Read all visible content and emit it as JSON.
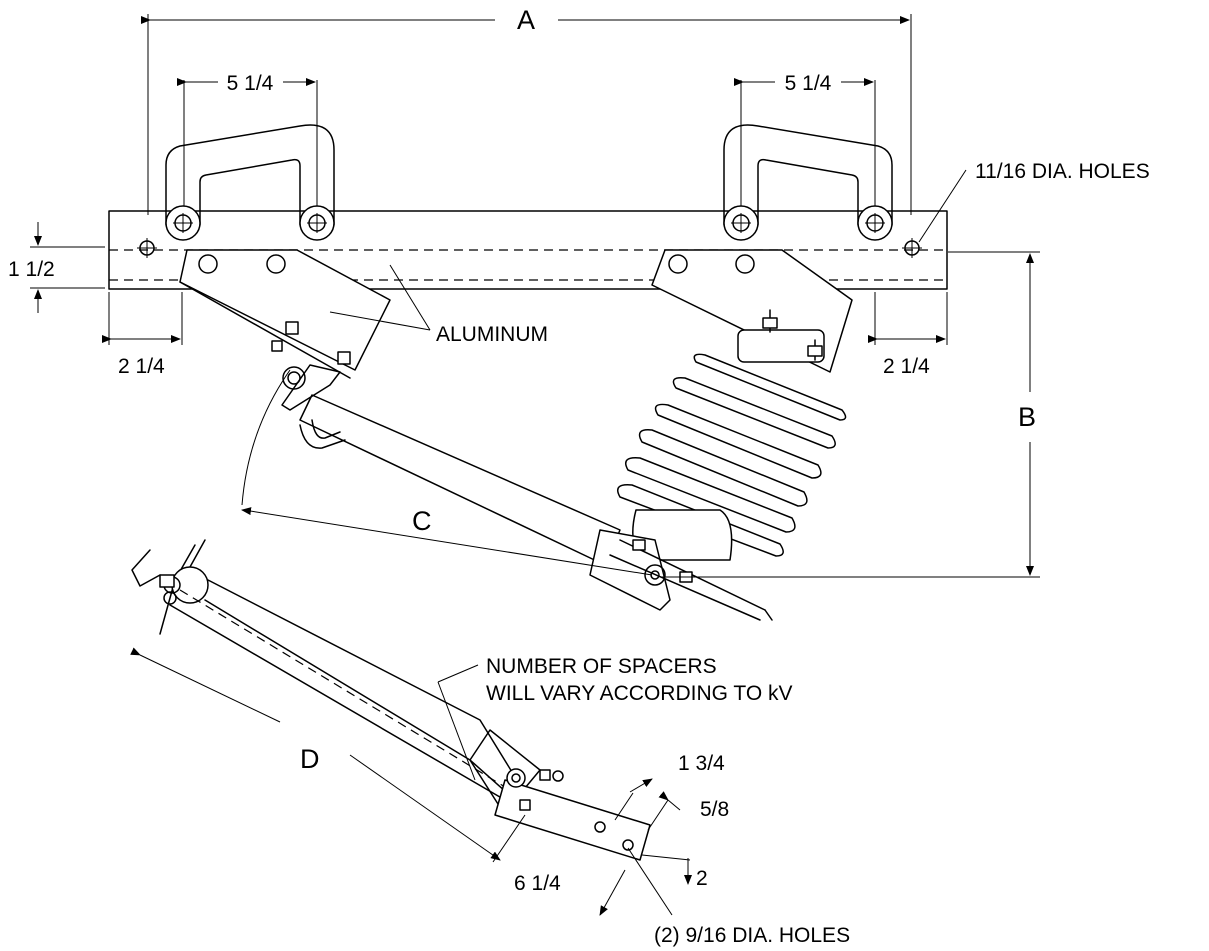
{
  "labels": {
    "dim_a": "A",
    "dim_b": "B",
    "dim_c": "C",
    "dim_d": "D",
    "handle_spacing_left": "5 1/4",
    "handle_spacing_right": "5 1/4",
    "bar_holes": "11/16 DIA. HOLES",
    "bar_height": "1 1/2",
    "end_offset_left": "2 1/4",
    "end_offset_right": "2 1/4",
    "material": "ALUMINUM",
    "spacers_line1": "NUMBER OF SPACERS",
    "spacers_line2": "WILL VARY ACCORDING TO kV",
    "tab_width": "1 3/4",
    "tab_edge": "5/8",
    "tab_height": "2",
    "tab_length": "6 1/4",
    "tab_holes": "(2) 9/16 DIA. HOLES"
  }
}
